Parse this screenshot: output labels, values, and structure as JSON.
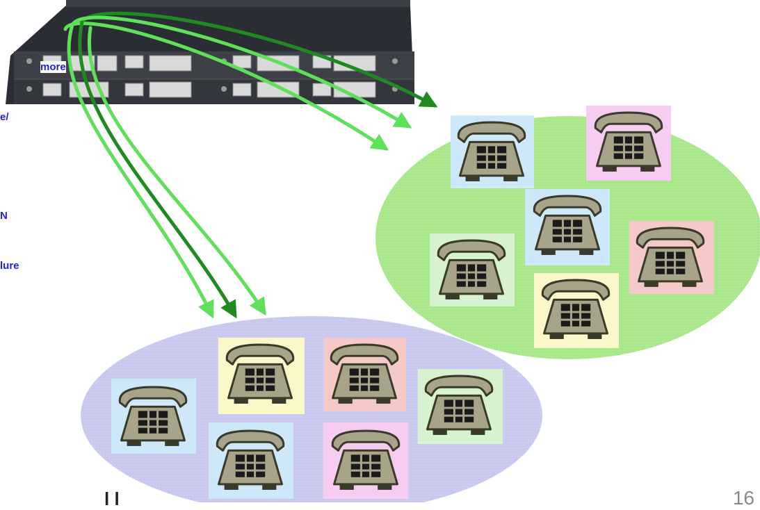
{
  "side_text": [
    {
      "id": "frag-more",
      "text": "more"
    },
    {
      "id": "frag-e",
      "text": "e/"
    },
    {
      "id": "frag-n",
      "text": "N"
    },
    {
      "id": "frag-lure",
      "text": "lure"
    }
  ],
  "footer_fragment": "l l",
  "page_number": "16",
  "colors": {
    "group_right_fill": "#a8e88a",
    "group_bottom_fill": "#c9c9f0",
    "arrow_dark": "#1f8a1f",
    "arrow_light": "#5fe05a",
    "phone_body": "#a8a48a",
    "tile_blue": "#cde8f8",
    "tile_pink": "#f6cdf0",
    "tile_red": "#f6c9c9",
    "tile_yellow": "#fbf7c9",
    "tile_green": "#d6f2cf"
  },
  "groups": {
    "right": {
      "phones": [
        "blue",
        "pink",
        "blue",
        "red",
        "green",
        "yellow"
      ]
    },
    "bottom": {
      "phones": [
        "blue",
        "yellow",
        "red",
        "green",
        "blue",
        "pink"
      ]
    }
  }
}
